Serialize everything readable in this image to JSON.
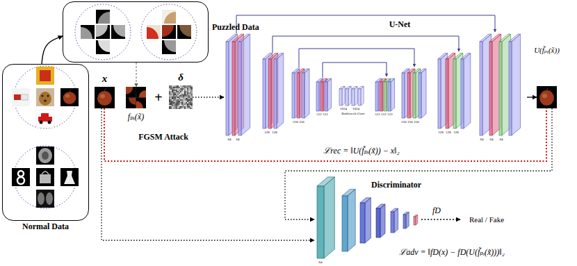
{
  "diagram": {
    "nodes": [
      {
        "text": [
          "Normal Data"
        ]
      },
      {
        "text": [
          "Puzzled Data"
        ]
      },
      {
        "text": [
          "x"
        ]
      },
      {
        "text": [
          "fₚᵢ(x̃)"
        ]
      },
      {
        "text": [
          "δ"
        ]
      },
      {
        "text": [
          "U-Net"
        ]
      },
      {
        "text": [
          "U(f̃ₚᵢ(x̃))"
        ]
      },
      {
        "text": [
          "Discriminator",
          "fD"
        ]
      }
    ],
    "edges": [
      {
        "from": 0,
        "to": 1,
        "arrow": "to"
      },
      {
        "from": 1,
        "to": 3,
        "arrow": "to"
      },
      {
        "from": 4,
        "to": 5,
        "arrow": "to"
      },
      {
        "from": 5,
        "to": 6,
        "arrow": "to"
      },
      {
        "from": 2,
        "to": 6,
        "arrow": "none"
      },
      {
        "from": 6,
        "to": 7,
        "arrow": "to"
      },
      {
        "from": 2,
        "to": 7,
        "arrow": "to"
      }
    ],
    "labels": [
      "64",
      "64",
      "128",
      "128",
      "256",
      "256",
      "512",
      "512",
      "1024",
      "1024",
      "Bottleneck Conv",
      "512",
      "512",
      "512",
      "256",
      "256",
      "256",
      "128",
      "128",
      "128",
      "64",
      "64",
      "64",
      "64",
      "+",
      "FGSM Attack",
      "ℒrec = ‖U(f̃ₚᵢ(x̃)) − x‖₂",
      "Real / Fake",
      "ℒadv = ‖fD(x) − fD(U(f̃ₚᵢ(x̃)))‖₂"
    ]
  }
}
